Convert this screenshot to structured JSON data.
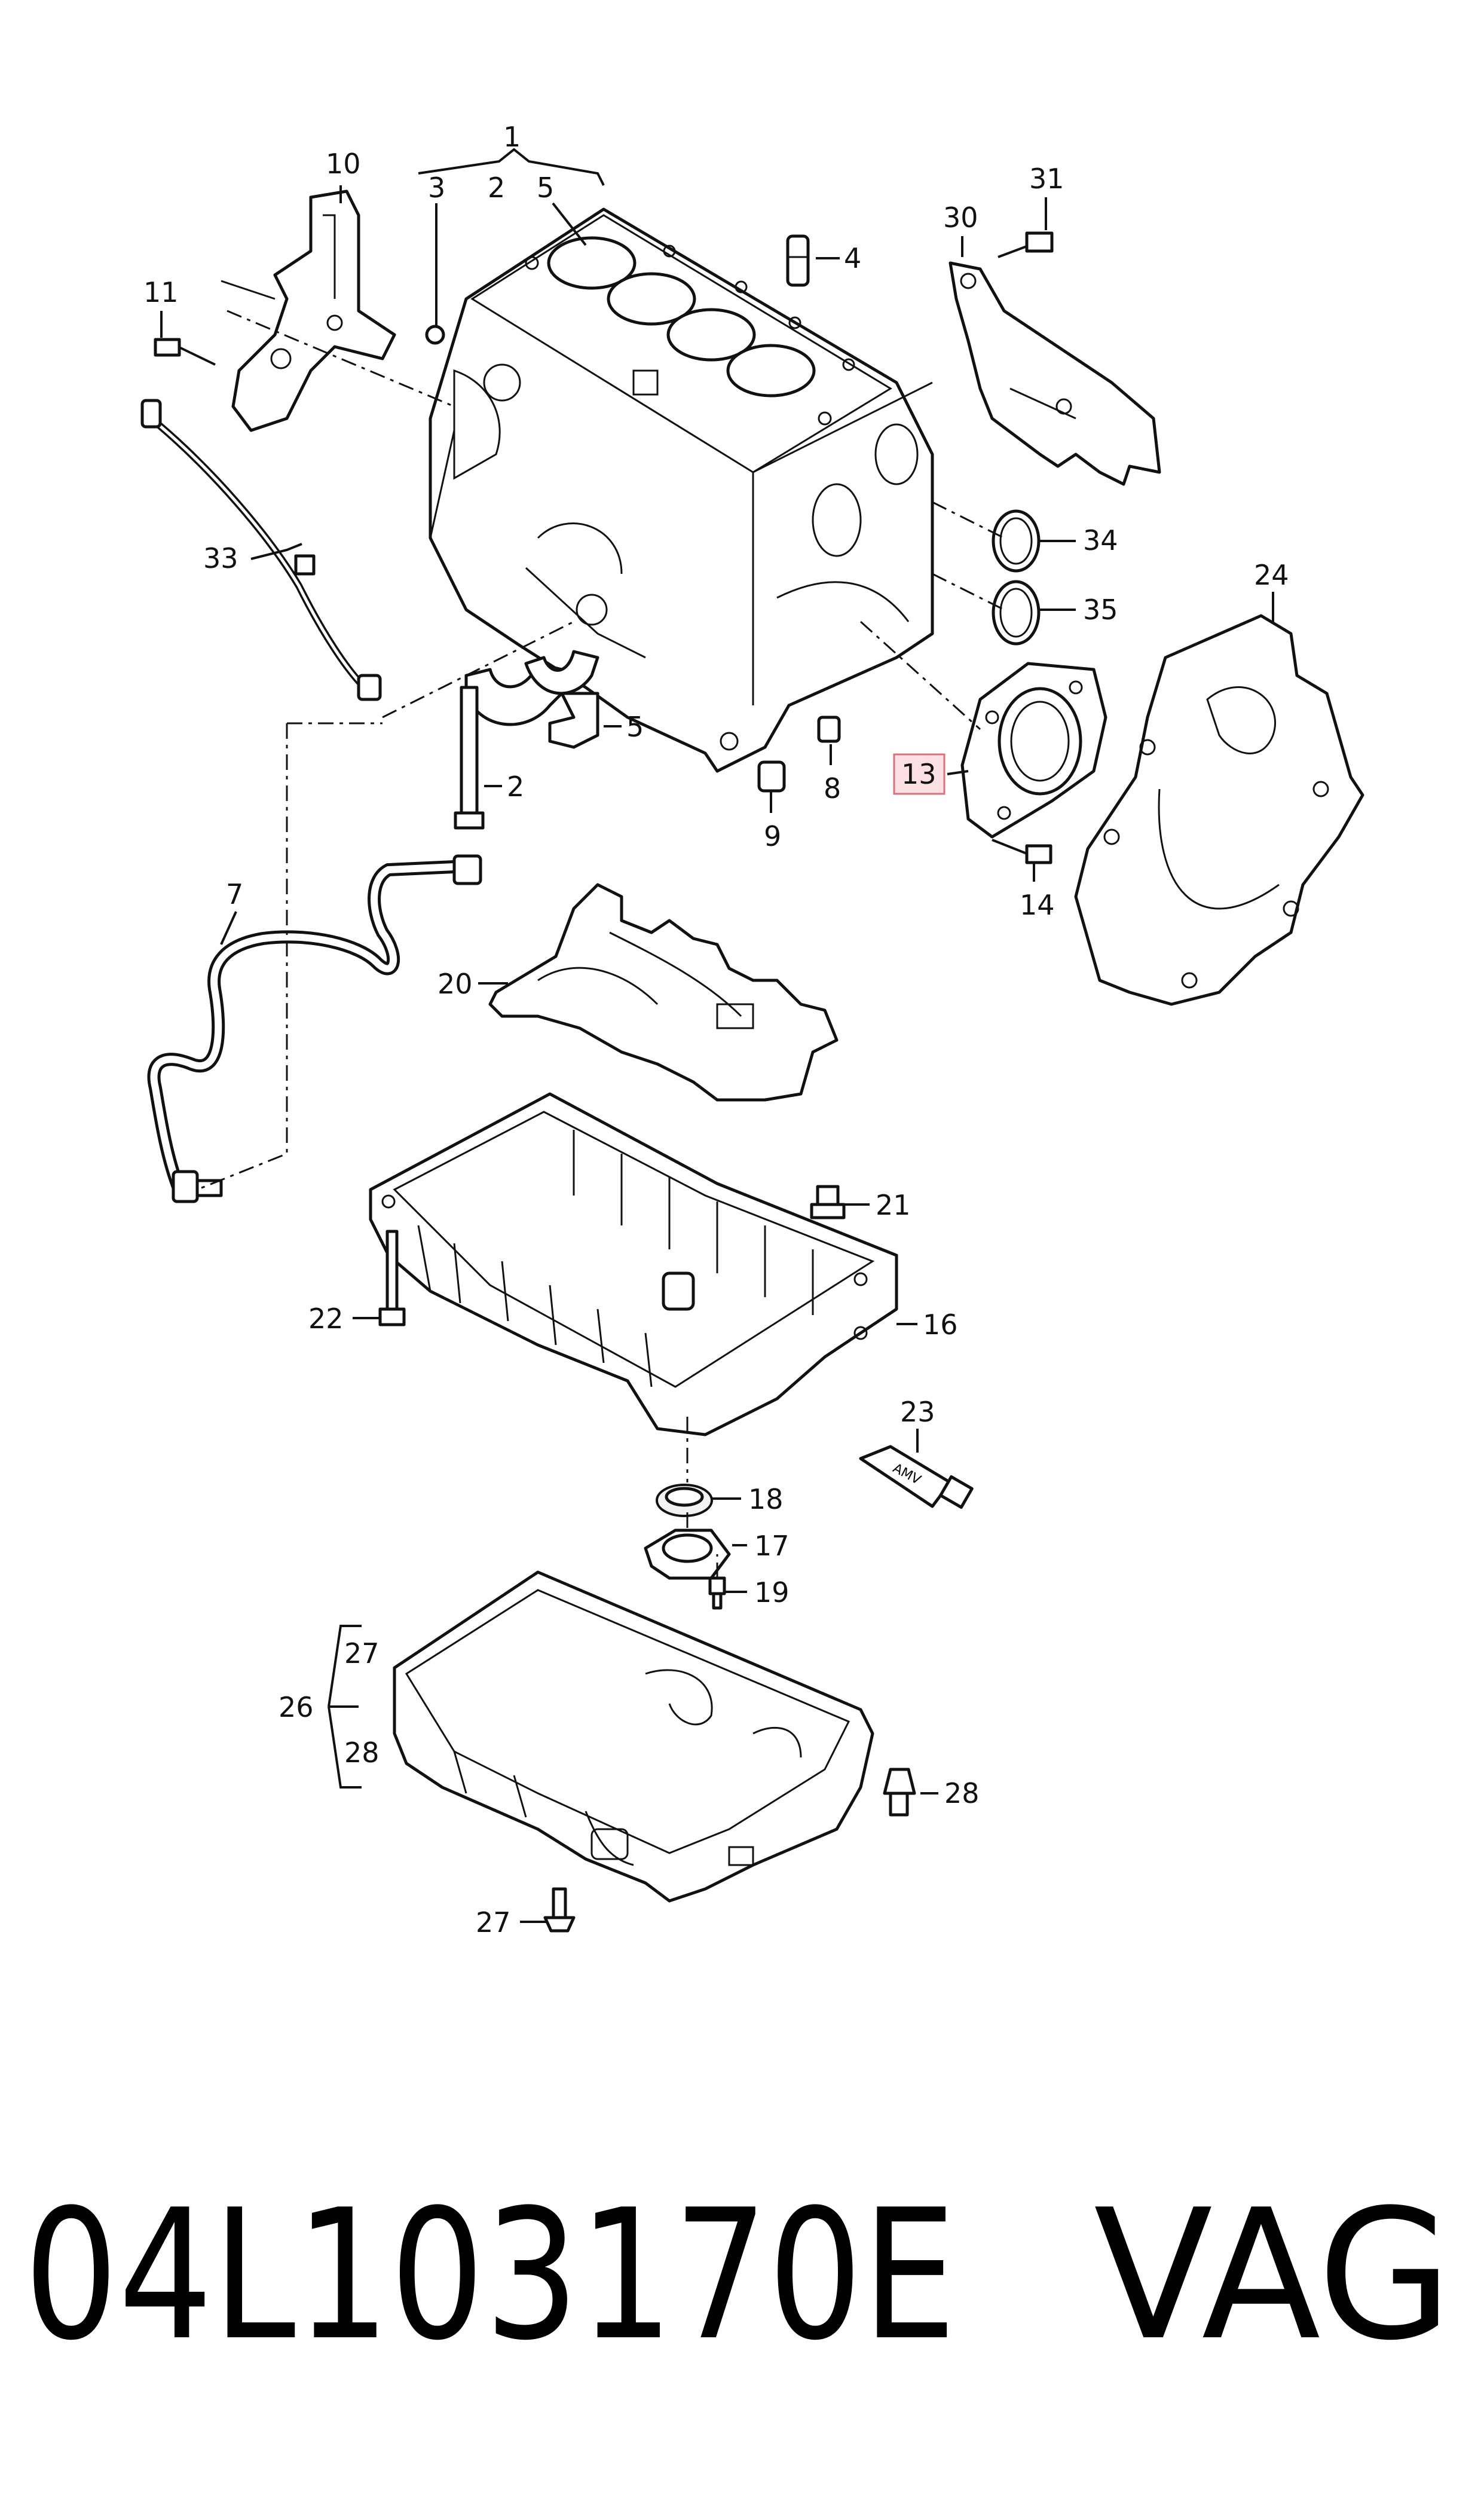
{
  "callouts": {
    "c1": "1",
    "c2a": "2",
    "c5a": "5",
    "c3": "3",
    "c4": "4",
    "c10": "10",
    "c11": "11",
    "c30": "30",
    "c31": "31",
    "c34": "34",
    "c35": "35",
    "c24": "24",
    "c33": "33",
    "c5b": "5",
    "c2b": "2",
    "c8": "8",
    "c9": "9",
    "c13": "13",
    "c14": "14",
    "c7": "7",
    "c20": "20",
    "c21": "21",
    "c16": "16",
    "c22": "22",
    "c23": "23",
    "c18": "18",
    "c17": "17",
    "c19": "19",
    "c26": "26",
    "c27a": "27",
    "c28a": "28",
    "c28b": "28",
    "c27b": "27"
  },
  "highlighted_callout": "13",
  "tube_label": "AMV",
  "footer": {
    "part_number": "04L103170E",
    "brand": "VAG"
  },
  "colors": {
    "line": "#111111",
    "highlight_fill": "#fde0e4",
    "highlight_border": "#d9707e",
    "background": "#ffffff"
  }
}
